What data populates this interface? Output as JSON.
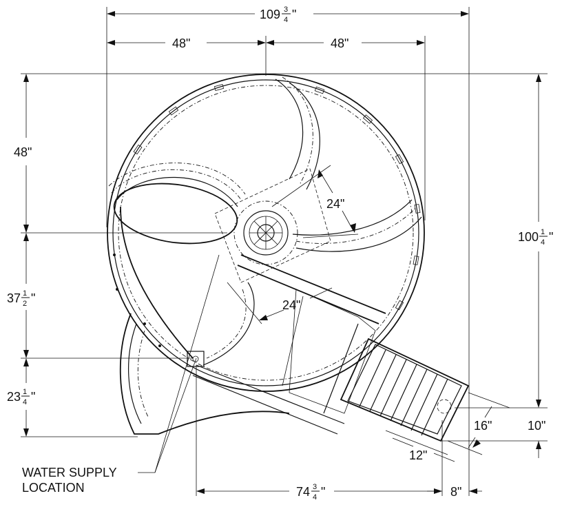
{
  "dimensions": {
    "overall_width": {
      "whole": "109",
      "num": "3",
      "den": "4",
      "unit": "\""
    },
    "left_half": "48\"",
    "right_half": "48\"",
    "top_depth": "48\"",
    "mid_depth": {
      "whole": "37",
      "num": "1",
      "den": "2",
      "unit": "\""
    },
    "low_depth": {
      "whole": "23",
      "num": "1",
      "den": "4",
      "unit": "\""
    },
    "overall_depth": {
      "whole": "100",
      "num": "1",
      "den": "4",
      "unit": "\""
    },
    "inner_radius_upper": "24\"",
    "inner_radius_lower": "24\"",
    "ladder_offset": "16\"",
    "ladder_clearance": "10\"",
    "ladder_step": "12\"",
    "bottom_width": {
      "whole": "74",
      "num": "3",
      "den": "4",
      "unit": "\""
    },
    "bottom_right": "8\""
  },
  "labels": {
    "water_supply_line1": "WATER SUPPLY",
    "water_supply_line2": "LOCATION"
  }
}
